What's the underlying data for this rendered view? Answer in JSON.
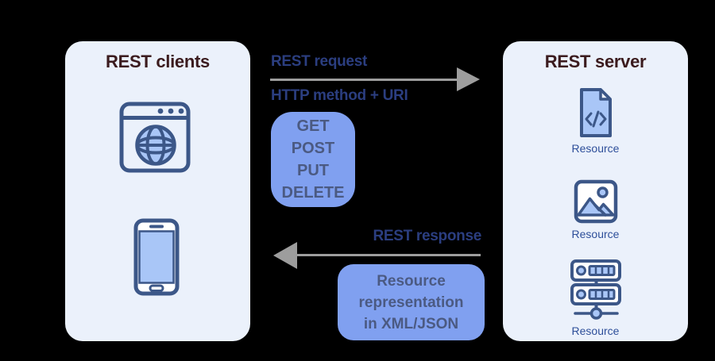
{
  "left_panel": {
    "title": "REST clients",
    "icons": [
      "browser-icon",
      "smartphone-icon"
    ]
  },
  "right_panel": {
    "title": "REST server",
    "resources": [
      {
        "icon": "code-file-icon",
        "label": "Resource"
      },
      {
        "icon": "image-icon",
        "label": "Resource"
      },
      {
        "icon": "server-icon",
        "label": "Resource"
      }
    ]
  },
  "flow": {
    "request_label": "REST request",
    "request_sublabel": "HTTP method + URI",
    "methods": [
      "GET",
      "POST",
      "PUT",
      "DELETE"
    ],
    "response_label": "REST response",
    "response_lines": [
      "Resource",
      "representation",
      "in XML/JSON"
    ]
  },
  "colors": {
    "background": "#000000",
    "panel": "#ebf1fb",
    "panel_title": "#3b1b1e",
    "flow_label": "#2b3e80",
    "arrow": "#9d9d9d",
    "box_fill": "#80a0f0",
    "box_text": "#4b5a82",
    "icon_stroke": "#3c5788",
    "icon_fill": "#a9c6f7",
    "resource_label": "#2e4f9a"
  }
}
